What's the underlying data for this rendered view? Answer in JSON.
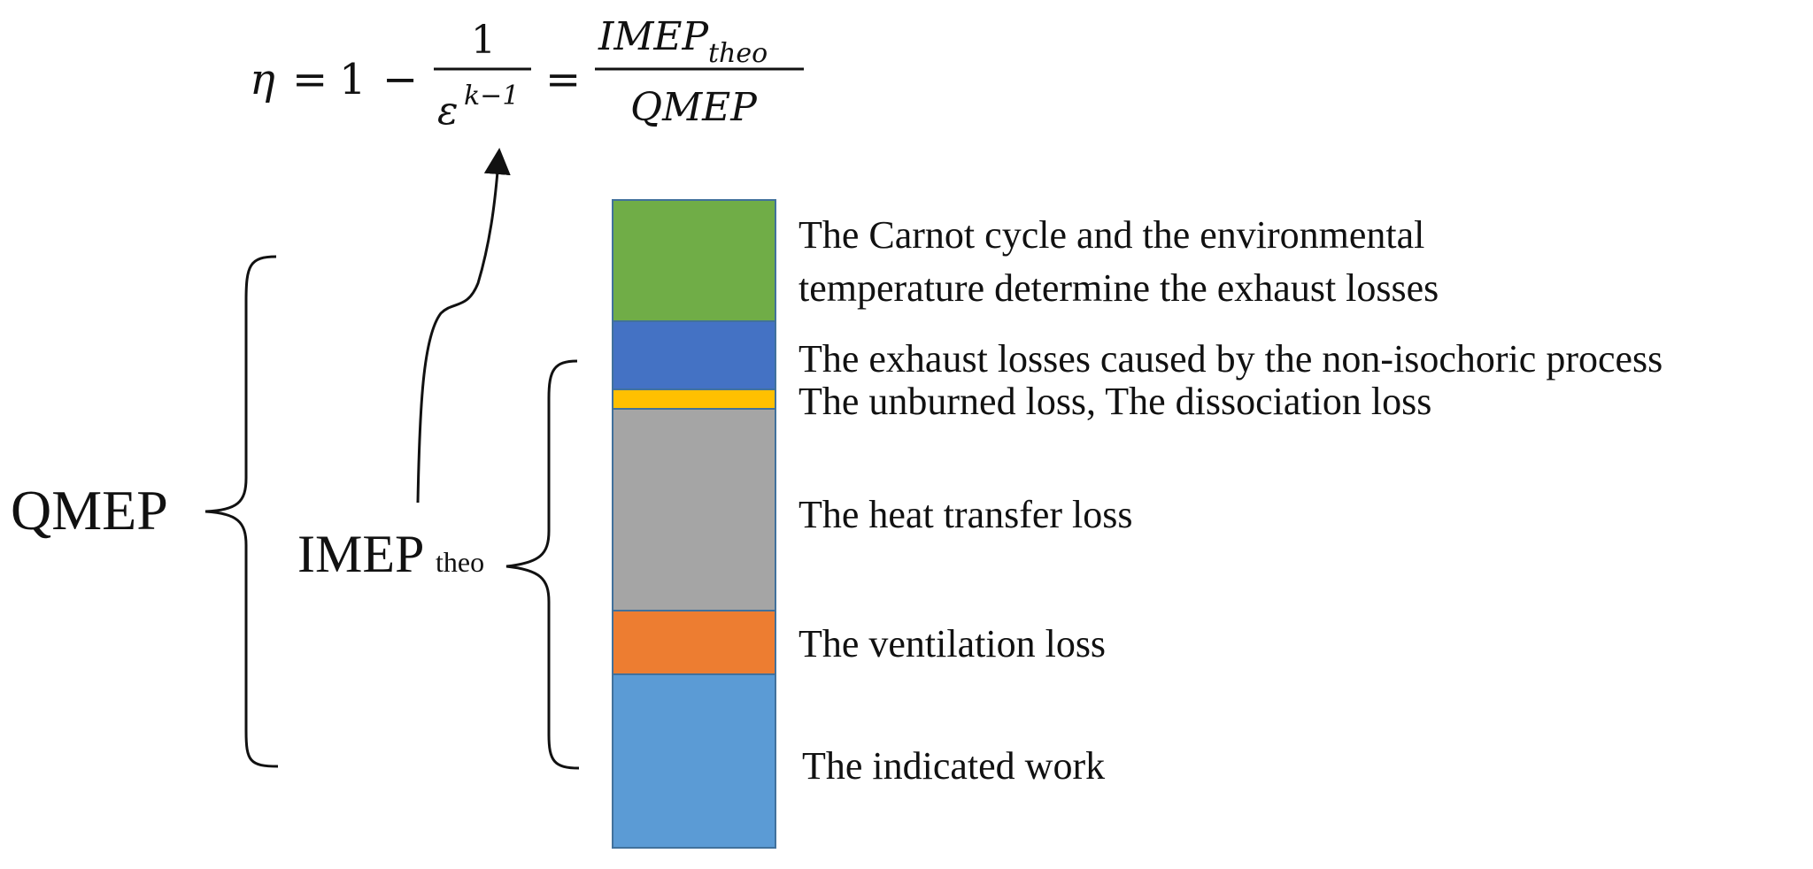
{
  "formula": {
    "eta": "η",
    "equals": "=",
    "one": "1",
    "minus": "−",
    "frac1_num": "1",
    "frac1_den_base": "ε",
    "frac1_den_exp": "k−1",
    "frac2_num_base": "IMEP",
    "frac2_num_sub": "theo",
    "frac2_den": "QMEP"
  },
  "brace_labels": {
    "outer": "QMEP",
    "inner_base": "IMEP",
    "inner_sub": "theo"
  },
  "segments": [
    {
      "label_lines": [
        "The Carnot cycle and the environmental",
        "temperature determine the exhaust losses"
      ],
      "color": "#70ad47"
    },
    {
      "label_lines": [
        "The exhaust losses caused by the non-isochoric process"
      ],
      "color": "#4472c4"
    },
    {
      "label_lines": [
        "The unburned loss, The dissociation loss"
      ],
      "color": "#ffc000"
    },
    {
      "label_lines": [
        "The heat transfer loss"
      ],
      "color": "#a5a5a5"
    },
    {
      "label_lines": [
        "The ventilation loss"
      ],
      "color": "#ed7d31"
    },
    {
      "label_lines": [
        "The indicated work"
      ],
      "color": "#5b9bd5"
    }
  ]
}
